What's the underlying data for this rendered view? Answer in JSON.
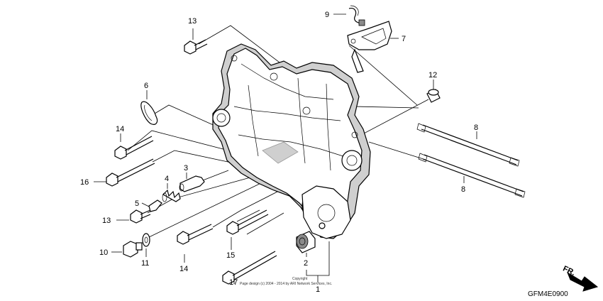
{
  "diagram": {
    "callouts": {
      "c1": "1",
      "c2": "2",
      "c3": "3",
      "c4": "4",
      "c5": "5",
      "c6": "6",
      "c7": "7",
      "c8a": "8",
      "c8b": "8",
      "c9": "9",
      "c10": "10",
      "c11": "11",
      "c12": "12",
      "c13a": "13",
      "c13b": "13",
      "c14a": "14",
      "c14b": "14",
      "c15": "15",
      "c16": "16",
      "c17": "17"
    },
    "copyright_line1": "Copyright",
    "copyright_line2": "Page design (c) 2004 - 2014 by ARI Network Services, Inc.",
    "diagram_code": "GFM4E0900",
    "direction_label": "FR."
  }
}
